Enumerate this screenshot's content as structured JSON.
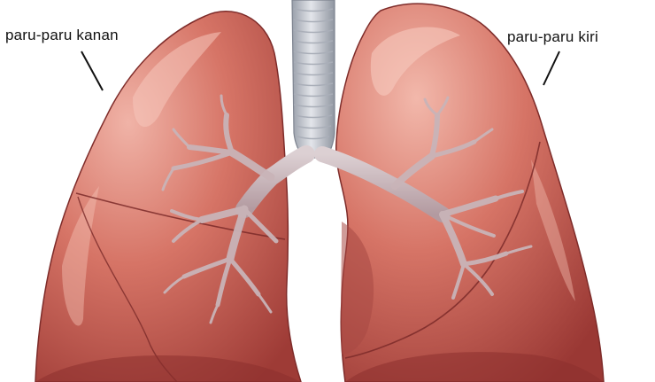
{
  "labels": {
    "right_lung": "paru-paru kanan",
    "left_lung": "paru-paru kiri"
  },
  "colors": {
    "lung_base": "#c8605a",
    "lung_light": "#e7a59b",
    "lung_dark": "#8a2f2e",
    "bronchi": "#c7b2b6",
    "trachea": "#c9ccd3",
    "background": "#ffffff",
    "label_text": "#111111"
  },
  "parts": [
    "trachea",
    "right-lung",
    "left-lung",
    "bronchial-tree"
  ]
}
